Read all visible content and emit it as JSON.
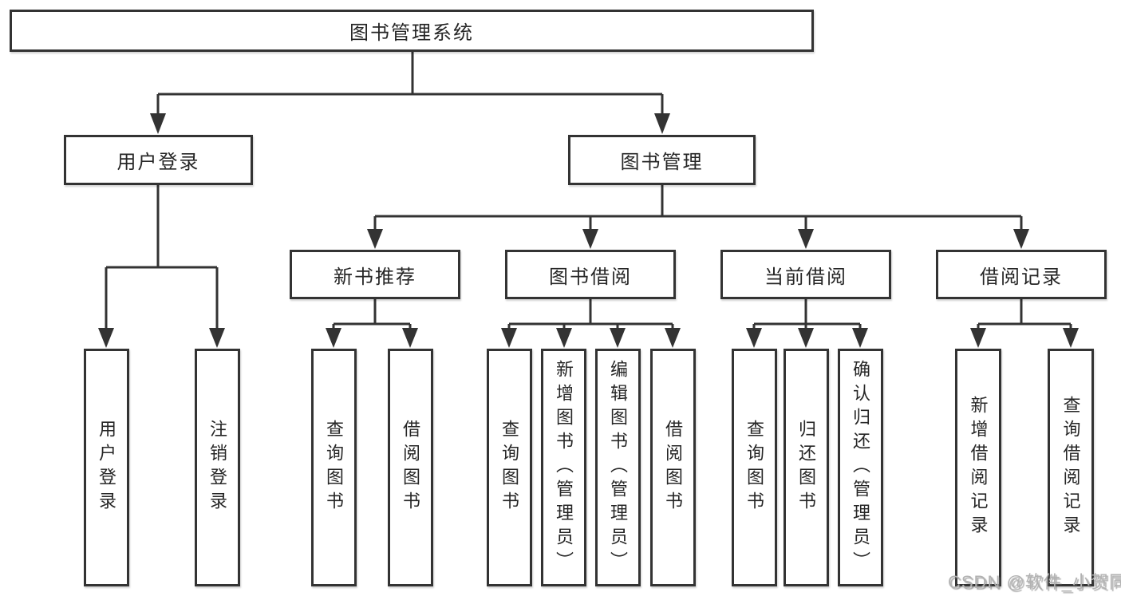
{
  "diagram": {
    "root": {
      "label": "图书管理系统"
    },
    "level2": [
      {
        "id": "user-login",
        "label": "用户登录",
        "parent": "图书管理系统"
      },
      {
        "id": "book-management",
        "label": "图书管理",
        "parent": "图书管理系统"
      }
    ],
    "level3": [
      {
        "id": "new-book-recommend",
        "label": "新书推荐",
        "parent": "图书管理"
      },
      {
        "id": "book-borrowing",
        "label": "图书借阅",
        "parent": "图书管理"
      },
      {
        "id": "current-borrowing",
        "label": "当前借阅",
        "parent": "图书管理"
      },
      {
        "id": "borrowing-records",
        "label": "借阅记录",
        "parent": "图书管理"
      }
    ],
    "leaves": [
      {
        "id": "user-login-leaf",
        "label": "用户登录",
        "parent": "用户登录"
      },
      {
        "id": "logout",
        "label": "注销登录",
        "parent": "用户登录"
      },
      {
        "id": "query-books-recommend",
        "label": "查询图书",
        "parent": "新书推荐"
      },
      {
        "id": "borrow-books-recommend",
        "label": "借阅图书",
        "parent": "新书推荐"
      },
      {
        "id": "query-books-borrowing",
        "label": "查询图书",
        "parent": "图书借阅"
      },
      {
        "id": "add-books-admin",
        "label": "新增图书（管理员）",
        "parent": "图书借阅"
      },
      {
        "id": "edit-books-admin",
        "label": "编辑图书（管理员）",
        "parent": "图书借阅"
      },
      {
        "id": "borrow-books-borrowing",
        "label": "借阅图书",
        "parent": "图书借阅"
      },
      {
        "id": "query-books-current",
        "label": "查询图书",
        "parent": "当前借阅"
      },
      {
        "id": "return-books",
        "label": "归还图书",
        "parent": "当前借阅"
      },
      {
        "id": "confirm-return-admin",
        "label": "确认归还（管理员）",
        "parent": "当前借阅"
      },
      {
        "id": "add-borrow-record",
        "label": "新增借阅记录",
        "parent": "借阅记录"
      },
      {
        "id": "query-borrow-record",
        "label": "查询借阅记录",
        "parent": "借阅记录"
      }
    ],
    "watermark": "CSDN @软件_小贺同学",
    "colors": {
      "line": "#333333",
      "text": "#262626",
      "box_bg": "#ffffff",
      "watermark": "#b2b2b2"
    }
  }
}
